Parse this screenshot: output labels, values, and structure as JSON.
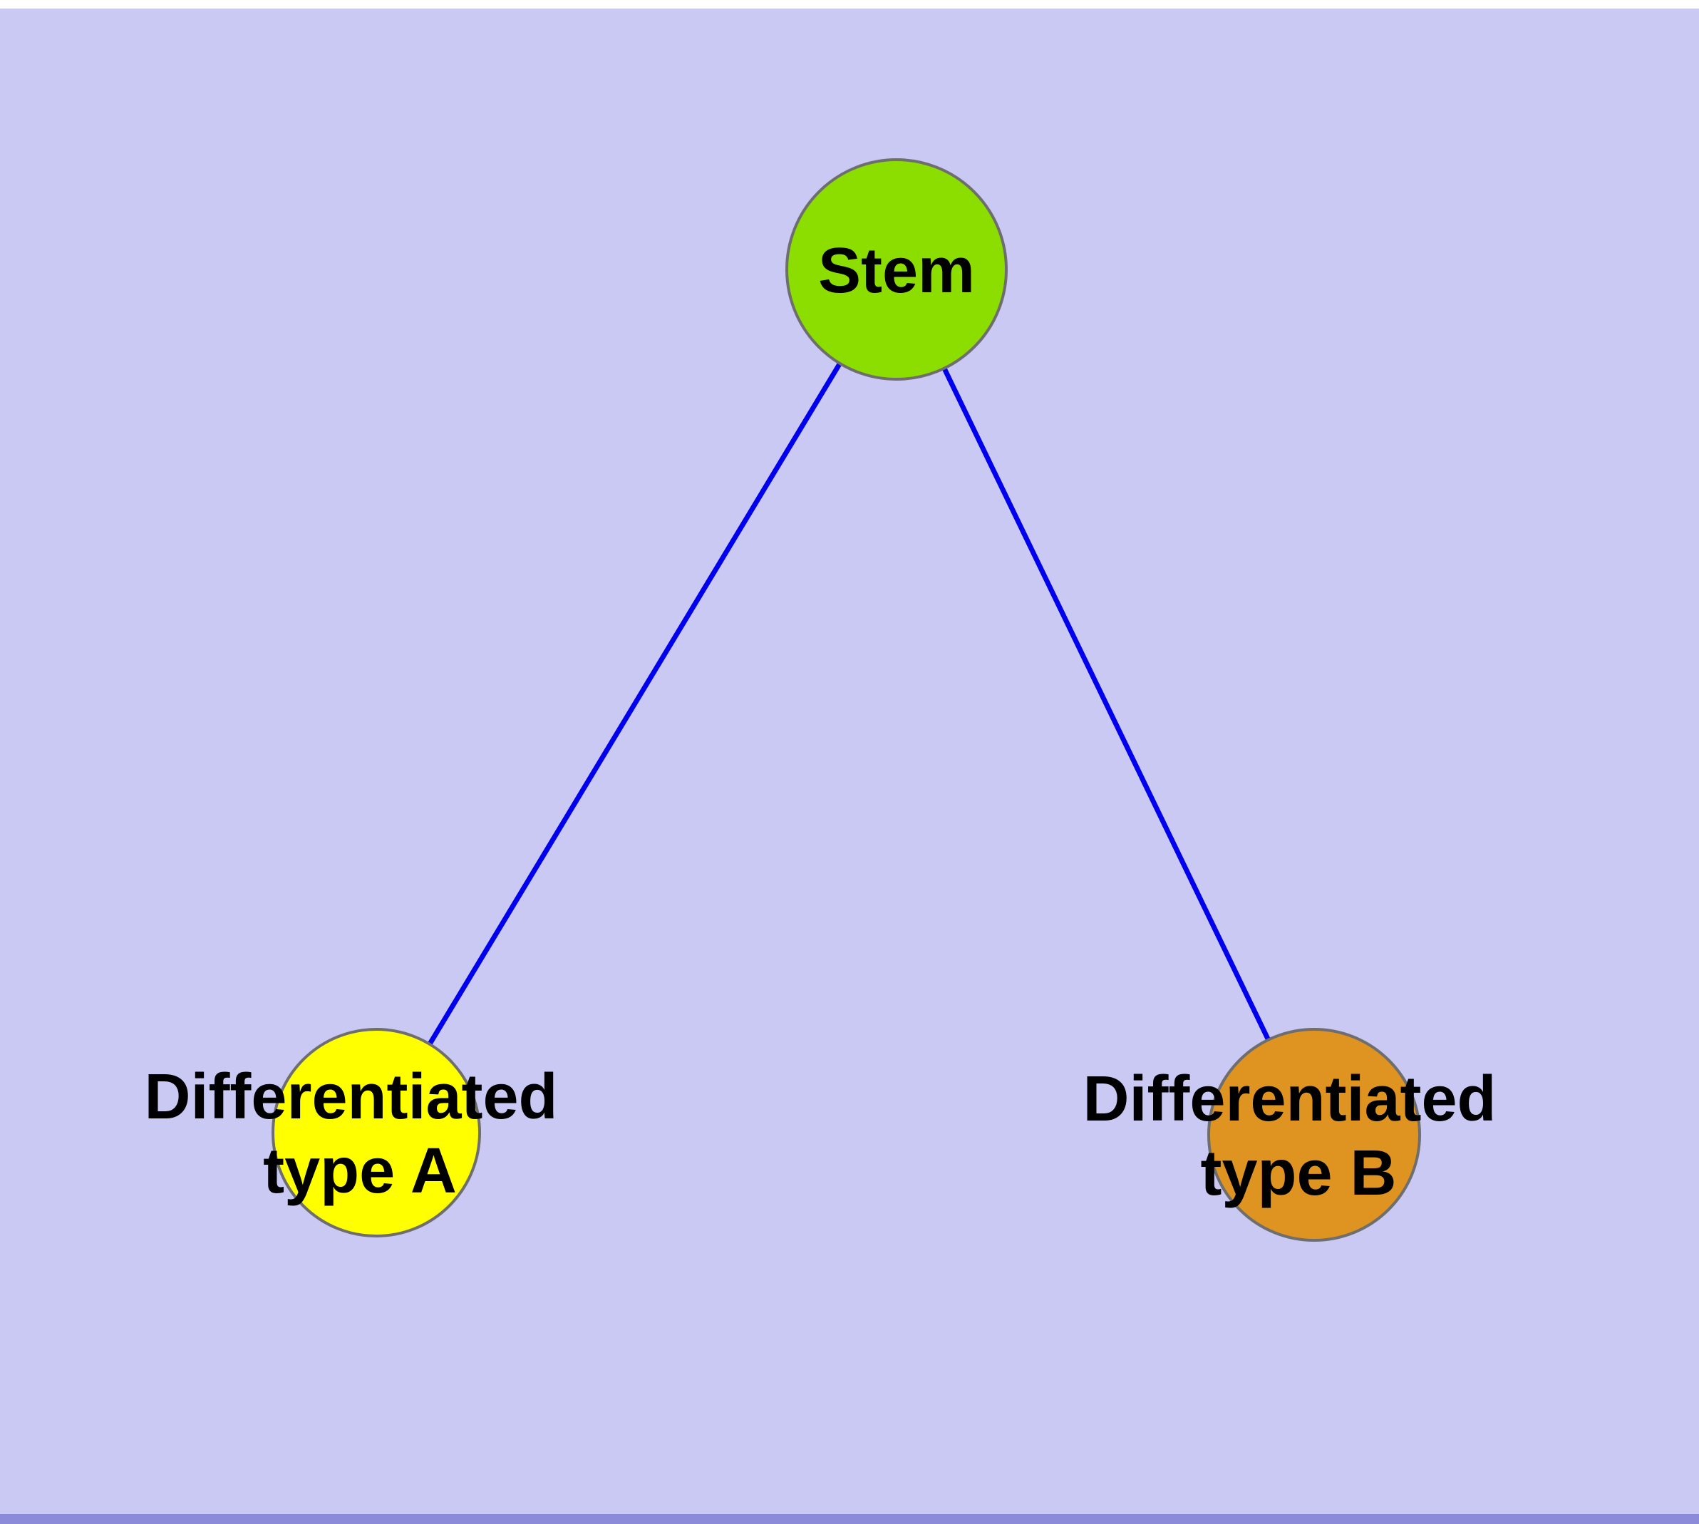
{
  "canvas": {
    "background": "#c9c9f3",
    "top_strip_color": "#ffffff",
    "bottom_strip_color": "#8b8bd9"
  },
  "diagram": {
    "node_border_color": "#6e6e6e",
    "text_color": "#000000",
    "nodes": [
      {
        "id": "stem",
        "label_lines": [
          "Stem",
          ""
        ],
        "fill": "#8cdd00"
      },
      {
        "id": "differentiated-type-a",
        "label_lines": [
          "Differentiated",
          "type A"
        ],
        "fill": "#ffff00"
      },
      {
        "id": "differentiated-type-b",
        "label_lines": [
          "Differentiated",
          "type B"
        ],
        "fill": "#df9320"
      }
    ],
    "edges": [
      {
        "from": "stem",
        "to": "differentiated-type-a",
        "color": "#0000ee"
      },
      {
        "from": "stem",
        "to": "differentiated-type-b",
        "color": "#0000ee"
      }
    ]
  }
}
